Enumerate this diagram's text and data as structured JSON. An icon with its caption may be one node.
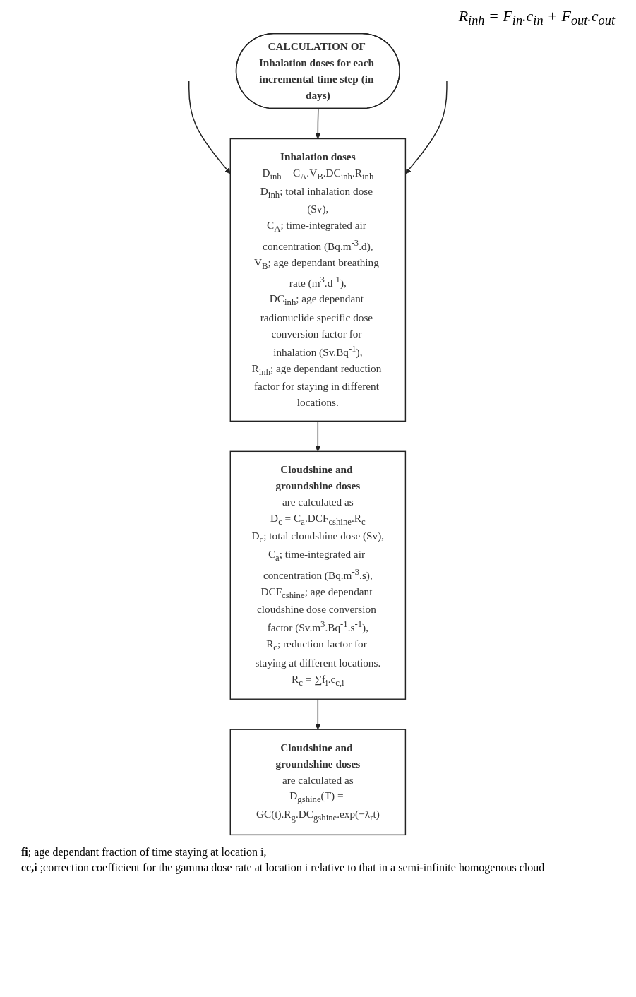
{
  "diagram": {
    "nodes": [
      {
        "text": [
          "CALCULATION OF Inhalation doses for each incremental time step (in days)"
        ]
      },
      {
        "text": [
          "Inhalation doses",
          "D$_{inh}$ = C$_{A}$.V$_{B}$.DC$_{inh}$.R$_{inh}$",
          "D$_{inh}$; total inhalation dose (Sv),",
          "C$_{A}$; time-integrated air concentration (Bq.m$^{-3}$.d),",
          "V$_{B}$; age dependant breathing rate (m$^{3}$.d$^{-1}$),",
          "DC$_{inh}$; age dependant radionuclide specific dose conversion factor for inhalation (Sv.Bq$^{-1}$),",
          "R$_{inh}$; age dependant reduction factor for staying in different locations."
        ]
      },
      {
        "text": [
          "Cloudshine and groundshine doses",
          "are calculated as",
          "D$_{c}$ = C$_{a}$.DCF$_{cshine}$.R$_{c}$",
          "D$_{c}$; total cloudshine dose (Sv),",
          "C$_{a}$; time-integrated air concentration (Bq.m$^{-3}$.s),",
          "DCF$_{cshine}$; age dependant cloudshine dose conversion factor (Sv.m$^{3}$.Bq$^{-1}$.s$^{-1}$),",
          "R$_{c}$; reduction factor for staying at different locations.",
          "R$_{c}$ = ∑f$_{i}$.c$_{c,i}$"
        ]
      },
      {
        "text": [
          "Cloudshine and groundshine doses",
          "are calculated as",
          "D$_{gshine}$(T) = GC(t).R$_{g}$.DC$_{gshine}$.exp(−λ$_{r}$t)"
        ]
      }
    ],
    "edges": [
      {
        "from": null,
        "to": 1,
        "arrow": "to"
      },
      {
        "from": 0,
        "to": 1,
        "arrow": "to"
      },
      {
        "from": null,
        "to": 1,
        "arrow": "to"
      },
      {
        "from": 1,
        "to": 2,
        "arrow": "to"
      },
      {
        "from": 2,
        "to": 3,
        "arrow": "to"
      }
    ],
    "labels": [
      "R$_{inh}$ = F$_{in}$.c$_{in}$ + F$_{out}$.c$_{out}$",
      "**fi**; age dependant fraction of time staying at location i,",
      "**cc,i** ;correction coefficient for the gamma dose rate at location i relative to that in a semi-infinite homogenous cloud"
    ]
  }
}
